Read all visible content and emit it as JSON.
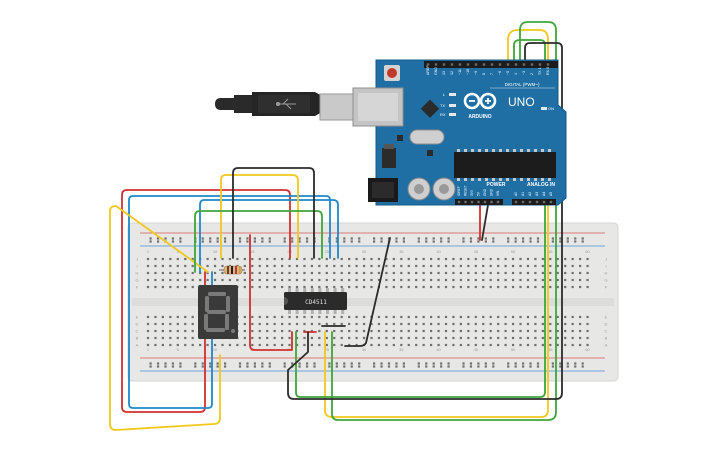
{
  "arduino": {
    "brand": "ARDUINO",
    "model": "UNO",
    "digital_label": "DIGITAL (PWM~)",
    "power_label": "POWER",
    "analog_label": "ANALOG IN",
    "tx_label": "TX",
    "rx_label": "RX",
    "l_label": "L",
    "on_label": "ON",
    "digital_pins": [
      "AREF",
      "GND",
      "13",
      "12",
      "~11",
      "~10",
      "~9",
      "8",
      "7",
      "~6",
      "~5",
      "4",
      "~3",
      "2",
      "TX 1",
      "RX 0"
    ],
    "power_pins": [
      "IOREF",
      "RESET",
      "3V3",
      "5V",
      "GND",
      "GND",
      "VIN"
    ],
    "analog_pins": [
      "A0",
      "A1",
      "A2",
      "A3",
      "A4",
      "A5"
    ]
  },
  "ic": {
    "label": "CD4511"
  },
  "breadboard": {
    "col_numbers": [
      "1",
      "5",
      "10",
      "15",
      "20",
      "25",
      "30",
      "35",
      "40",
      "45",
      "50",
      "55",
      "60"
    ],
    "row_letters_top": [
      "J",
      "I",
      "H",
      "G",
      "F"
    ],
    "row_letters_bottom": [
      "E",
      "D",
      "C",
      "B",
      "A"
    ]
  },
  "display": {
    "digit": "8"
  },
  "colors": {
    "board": "#1f6fa5",
    "breadboard": "#e7e7e6",
    "wire_red": "#d32f2f",
    "wire_blue": "#1e88c8",
    "wire_yellow": "#f2c81b",
    "wire_green": "#3fa63a",
    "wire_black": "#2b2b2b"
  }
}
